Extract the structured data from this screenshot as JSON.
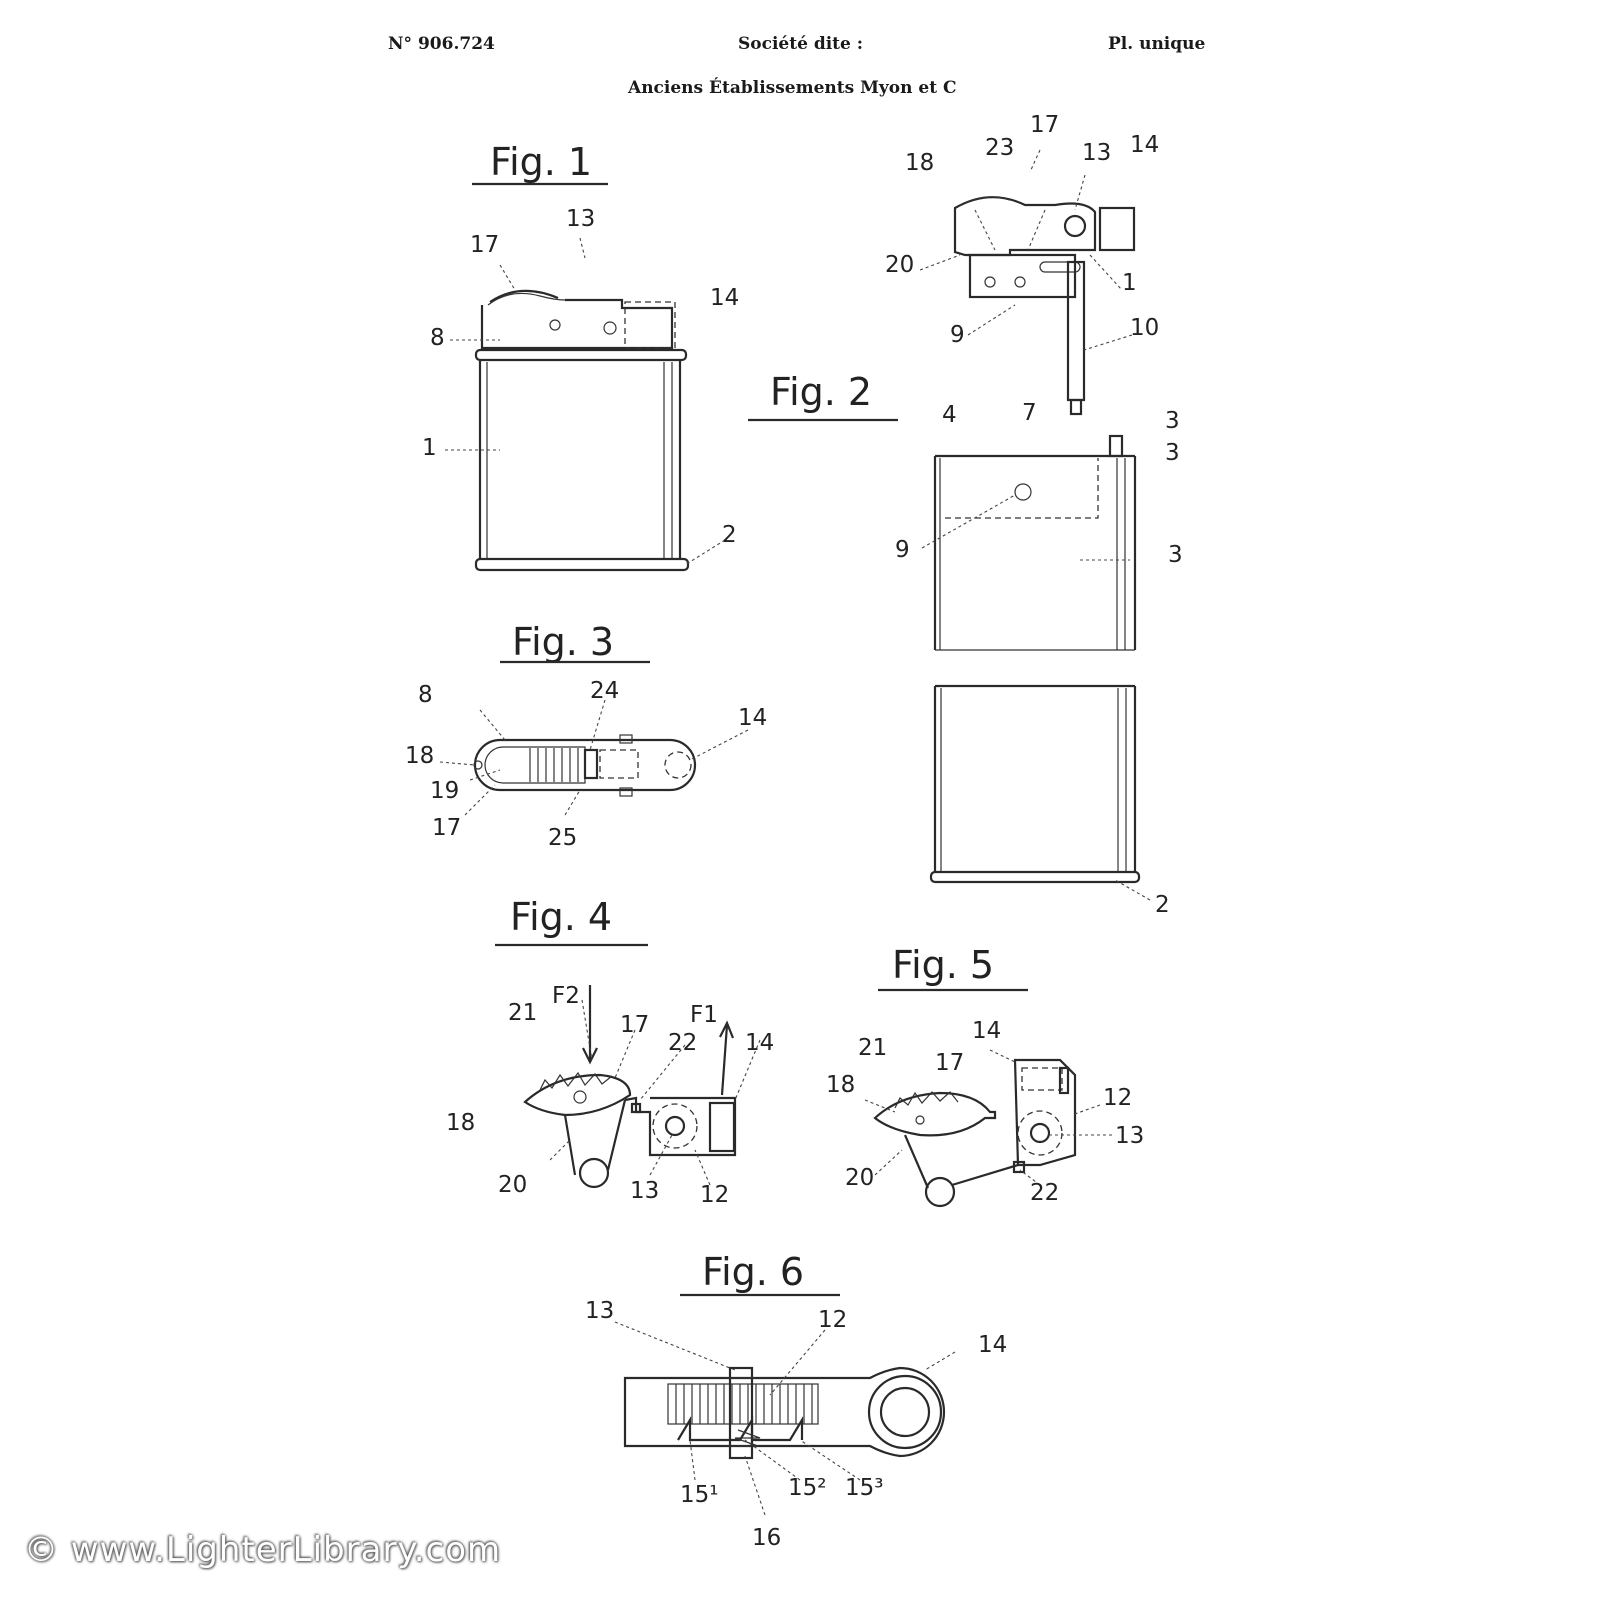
{
  "header": {
    "number": "N° 906.724",
    "societe": "Société dite :",
    "planche": "Pl. unique",
    "company": "Anciens Établissements Myon et C"
  },
  "figures": {
    "fig1": {
      "title": "Fig. 1",
      "labels": {
        "l17": "17",
        "l13": "13",
        "l14": "14",
        "l8": "8",
        "l1": "1",
        "l2": "2"
      }
    },
    "fig2": {
      "title": "Fig. 2",
      "labels": {
        "l18": "18",
        "l23": "23",
        "l17": "17",
        "l13": "13",
        "l14": "14",
        "l20": "20",
        "l1": "1",
        "l9a": "9",
        "l10": "10",
        "l4": "4",
        "l7": "7",
        "l3a": "3",
        "l3b": "3",
        "l3c": "3",
        "l9b": "9",
        "l2": "2"
      }
    },
    "fig3": {
      "title": "Fig. 3",
      "labels": {
        "l8": "8",
        "l24": "24",
        "l14": "14",
        "l18": "18",
        "l19": "19",
        "l17": "17",
        "l25": "25"
      }
    },
    "fig4": {
      "title": "Fig. 4",
      "labels": {
        "l21": "21",
        "lF2": "F2",
        "l17": "17",
        "lF1": "F1",
        "l22": "22",
        "l14": "14",
        "l18": "18",
        "l20": "20",
        "l13": "13",
        "l12": "12"
      }
    },
    "fig5": {
      "title": "Fig. 5",
      "labels": {
        "l14": "14",
        "l21": "21",
        "l17": "17",
        "l18": "18",
        "l12": "12",
        "l13": "13",
        "l20": "20",
        "l22": "22"
      }
    },
    "fig6": {
      "title": "Fig. 6",
      "labels": {
        "l13": "13",
        "l12": "12",
        "l14": "14",
        "l151": "15¹",
        "l152": "15²",
        "l153": "15³",
        "l16": "16"
      }
    }
  },
  "watermark": "© www.LighterLibrary.com"
}
